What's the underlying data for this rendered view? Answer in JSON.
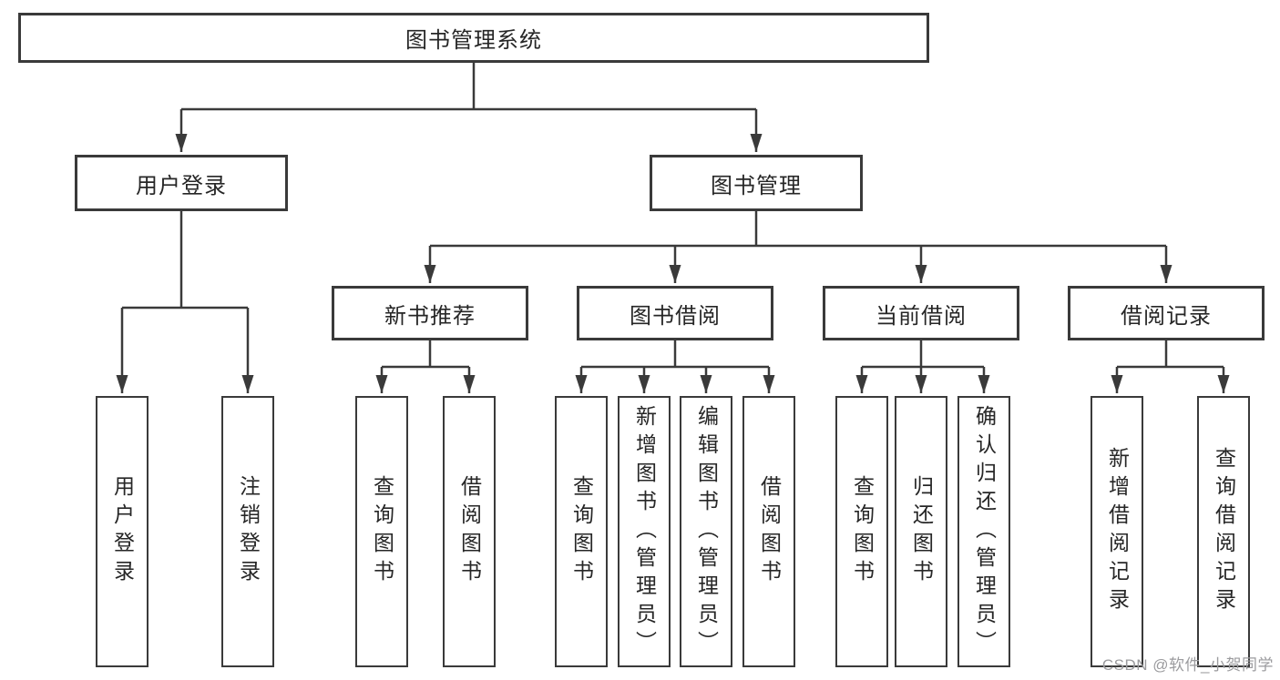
{
  "diagram": {
    "title": "图书管理系统",
    "branches": [
      {
        "label": "用户登录",
        "children": [
          {
            "label": "用户登录"
          },
          {
            "label": "注销登录"
          }
        ]
      },
      {
        "label": "图书管理",
        "sections": [
          {
            "label": "新书推荐",
            "children": [
              {
                "label": "查询图书"
              },
              {
                "label": "借阅图书"
              }
            ]
          },
          {
            "label": "图书借阅",
            "children": [
              {
                "label": "查询图书"
              },
              {
                "label": "新增图书（管理员）"
              },
              {
                "label": "编辑图书（管理员）"
              },
              {
                "label": "借阅图书"
              }
            ]
          },
          {
            "label": "当前借阅",
            "children": [
              {
                "label": "查询图书"
              },
              {
                "label": "归还图书"
              },
              {
                "label": "确认归还（管理员）"
              }
            ]
          },
          {
            "label": "借阅记录",
            "children": [
              {
                "label": "新增借阅记录"
              },
              {
                "label": "查询借阅记录"
              }
            ]
          }
        ]
      }
    ]
  },
  "watermark": {
    "text": "CSDN @软件_小贺同学"
  },
  "colors": {
    "line": "#3a3a3a",
    "box_fill": "#ffffff",
    "text": "#262626",
    "background": "#ffffff",
    "watermark": "#9b9b9e"
  }
}
